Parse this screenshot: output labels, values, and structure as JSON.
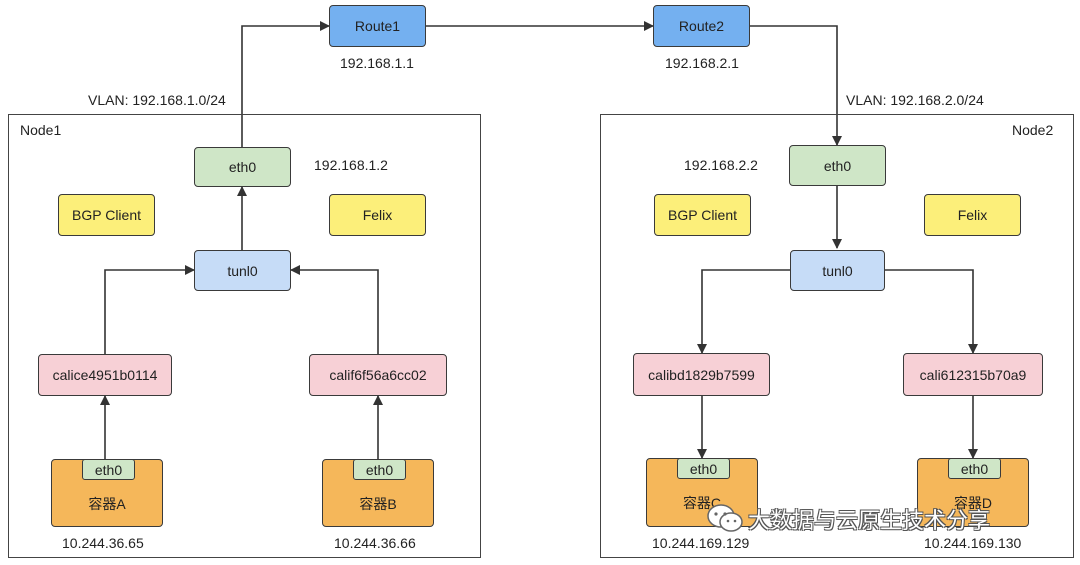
{
  "routers": {
    "route1": {
      "label": "Route1",
      "ip": "192.168.1.1"
    },
    "route2": {
      "label": "Route2",
      "ip": "192.168.2.1"
    }
  },
  "vlans": {
    "left": "VLAN: 192.168.1.0/24",
    "right": "VLAN: 192.168.2.0/24"
  },
  "node1": {
    "title": "Node1",
    "eth0": "eth0",
    "eth0_ip": "192.168.1.2",
    "bgp_client": "BGP Client",
    "felix": "Felix",
    "tunl0": "tunl0",
    "cali_left": "calice4951b0114",
    "cali_right": "calif6f56a6cc02",
    "container_a": {
      "eth": "eth0",
      "name": "容器A",
      "ip": "10.244.36.65"
    },
    "container_b": {
      "eth": "eth0",
      "name": "容器B",
      "ip": "10.244.36.66"
    }
  },
  "node2": {
    "title": "Node2",
    "eth0": "eth0",
    "eth0_ip": "192.168.2.2",
    "bgp_client": "BGP Client",
    "felix": "Felix",
    "tunl0": "tunl0",
    "cali_left": "calibd1829b7599",
    "cali_right": "cali612315b70a9",
    "container_c": {
      "eth": "eth0",
      "name": "容器C",
      "ip": "10.244.169.129"
    },
    "container_d": {
      "eth": "eth0",
      "name": "容器D",
      "ip": "10.244.169.130"
    }
  },
  "watermark": {
    "text": "大数据与云原生技术分享",
    "icon": "wechat-icon"
  },
  "colors": {
    "route": "#74b0f0",
    "eth": "#cfe6c7",
    "tunl": "#c6dcf7",
    "component": "#fcef7a",
    "cali": "#f7d0d6",
    "container": "#f5b75a",
    "line": "#333333"
  }
}
